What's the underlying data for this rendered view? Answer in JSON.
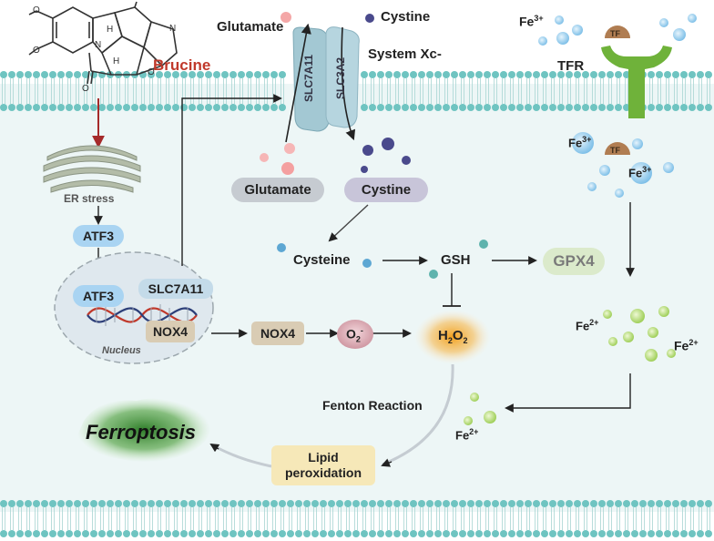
{
  "labels": {
    "brucine": "Brucine",
    "glutamate_top": "Glutamate",
    "cystine_top": "Cystine",
    "system_xc": "System Xc-",
    "slc7a11_transporter": "SLC7A11",
    "slc3a2_transporter": "SLC3A2",
    "fe3_top": "Fe",
    "fe3_top_sup": "3+",
    "tfr": "TFR",
    "tf": "TF",
    "fe3_mid": "Fe",
    "fe3_mid_sup": "3+",
    "fe3_mid2": "Fe",
    "fe3_mid2_sup": "3+",
    "er_stress": "ER stress",
    "atf3": "ATF3",
    "atf3_nucleus": "ATF3",
    "slc7a11_nucleus": "SLC7A11",
    "nox4_nucleus": "NOX4",
    "nucleus": "Nucleus",
    "glutamate_pill": "Glutamate",
    "cystine_pill": "Cystine",
    "cysteine": "Cysteine",
    "gsh": "GSH",
    "gpx4": "GPX4",
    "nox4": "NOX4",
    "o2": "O",
    "o2_sub": "2",
    "o2_sup": "-",
    "h2o2_a": "H",
    "h2o2_sub1": "2",
    "h2o2_b": "O",
    "h2o2_sub2": "2",
    "fe2_left": "Fe",
    "fe2_left_sup": "2+",
    "fe2_right": "Fe",
    "fe2_right_sup": "2+",
    "fenton": "Fenton Reaction",
    "fe2_bottom": "Fe",
    "fe2_bottom_sup": "2+",
    "lipid_line1": "Lipid",
    "lipid_line2": "peroxidation",
    "ferroptosis": "Ferroptosis"
  },
  "icons": [
    "brucine-structure-icon",
    "er-icon",
    "dna-helix-icon",
    "transferrin-receptor-icon",
    "ferroptosis-cell-icon"
  ],
  "colors": {
    "membrane_head": "#6fc4c1",
    "brucine_text": "#c0392b",
    "gpx4_fill": "#dbeacb",
    "h2o2_glow": "#f6a531",
    "ferroptosis_glow": "#3f8f34",
    "tfr_green": "#6fb23a"
  }
}
